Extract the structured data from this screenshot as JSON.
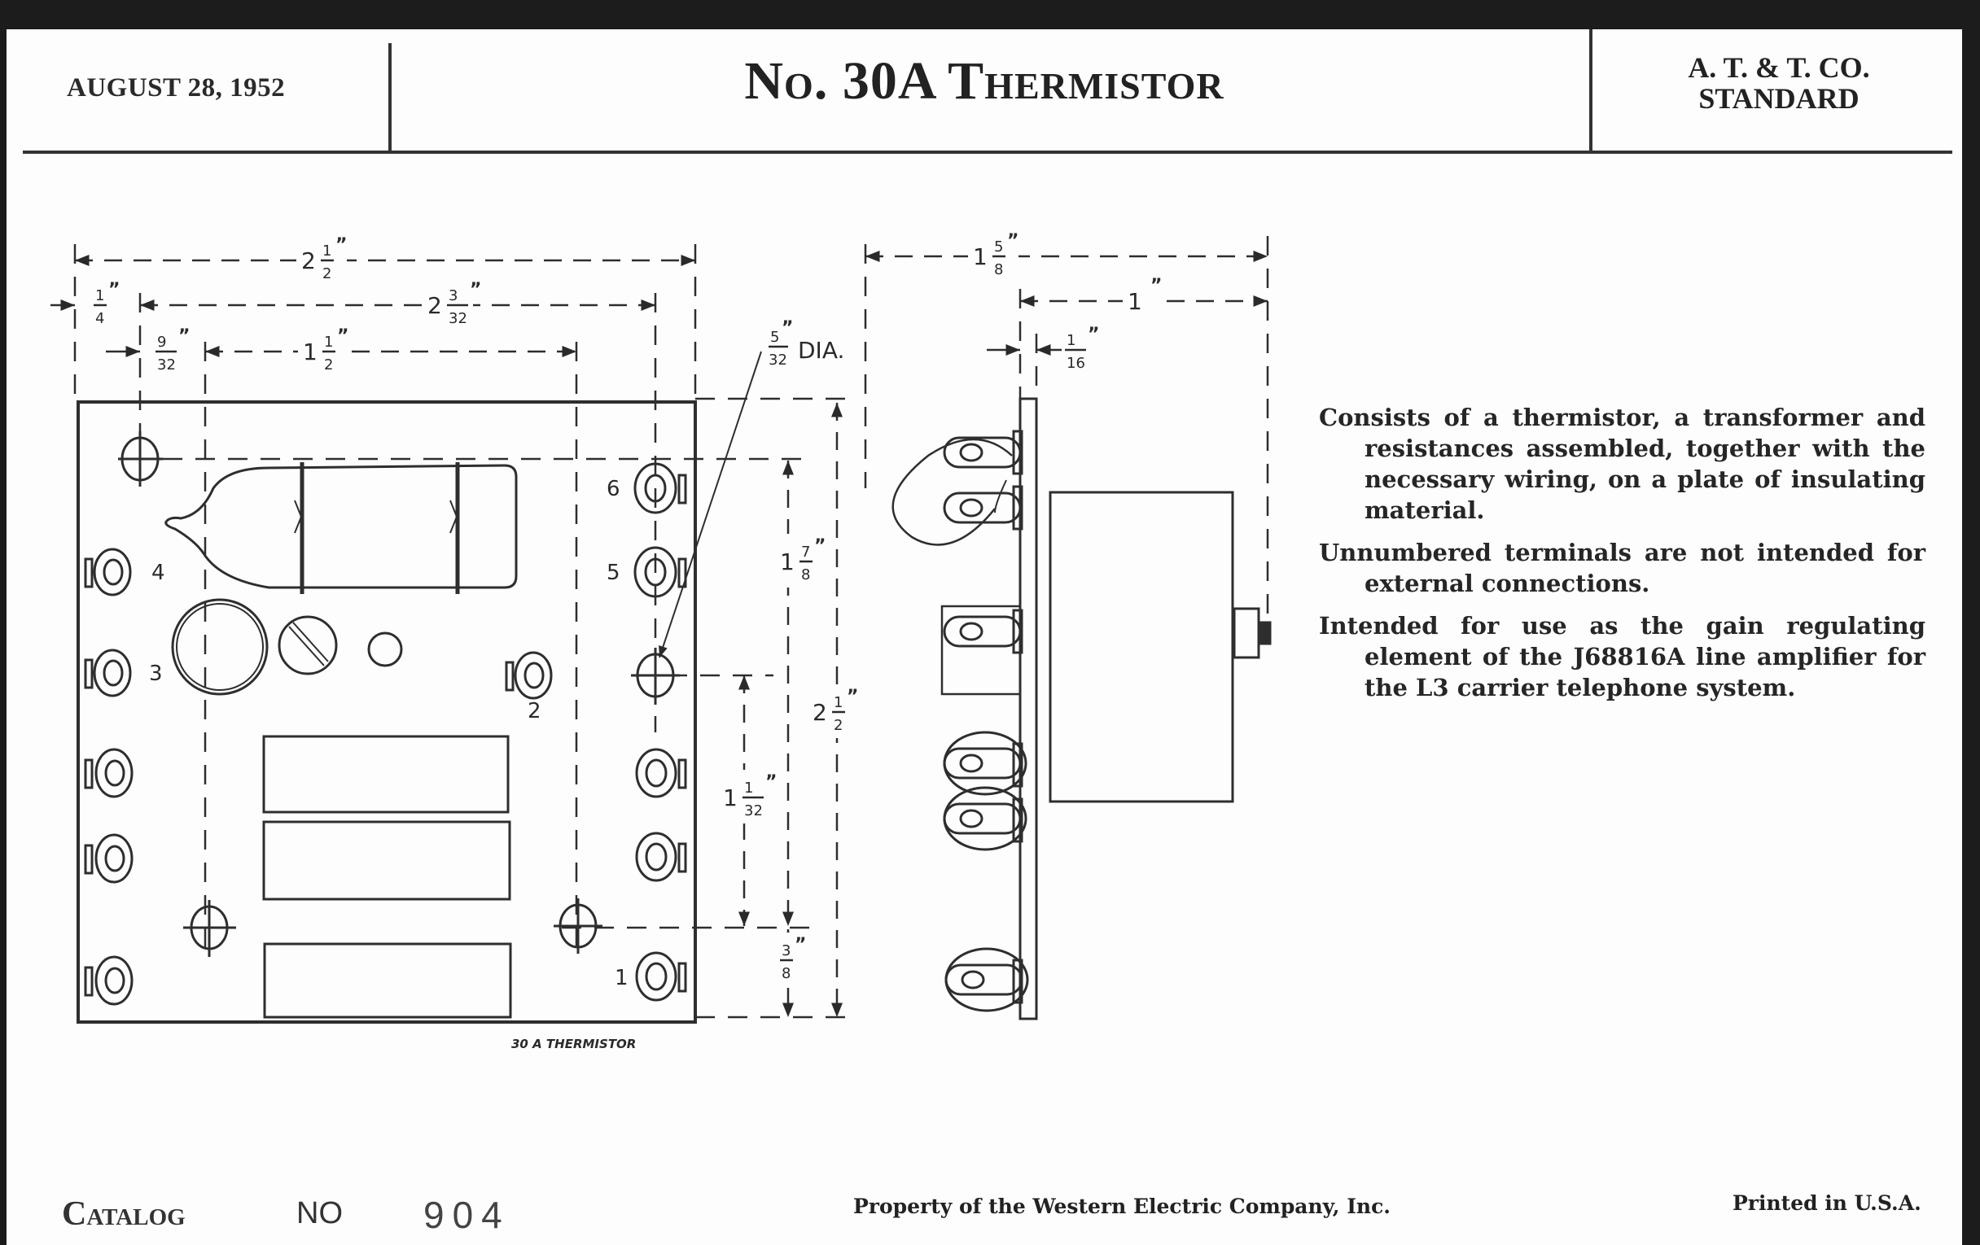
{
  "header": {
    "date": "AUGUST 28, 1952",
    "title": "No. 30A Thermistor",
    "standard_line1": "A. T. & T. CO.",
    "standard_line2": "STANDARD"
  },
  "drawing": {
    "caption": "30 A THERMISTOR",
    "front_view": {
      "dimensions": {
        "overall_width": {
          "whole": "2",
          "num": "1",
          "den": "2"
        },
        "hole_span": {
          "whole": "2",
          "num": "3",
          "den": "32"
        },
        "left_offset": {
          "whole": "",
          "num": "1",
          "den": "4"
        },
        "inner_offset": {
          "whole": "",
          "num": "9",
          "den": "32"
        },
        "inner_span": {
          "whole": "1",
          "num": "1",
          "den": "2"
        },
        "hole_dia": {
          "num": "5",
          "den": "32",
          "suffix": "DIA."
        },
        "vertical_hole_span": {
          "whole": "1",
          "num": "7",
          "den": "8"
        },
        "overall_height": {
          "whole": "2",
          "num": "1",
          "den": "2"
        },
        "lower_span": {
          "whole": "1",
          "num": "1",
          "den": "32"
        },
        "bottom_offset": {
          "whole": "",
          "num": "3",
          "den": "8"
        }
      },
      "terminal_labels": [
        "1",
        "2",
        "3",
        "4",
        "5",
        "6"
      ]
    },
    "side_view": {
      "dimensions": {
        "overall_depth": {
          "whole": "1",
          "num": "5",
          "den": "8"
        },
        "transformer_depth": {
          "whole": "1",
          "num": "",
          "den": ""
        },
        "plate_thickness": {
          "whole": "",
          "num": "1",
          "den": "16"
        }
      }
    }
  },
  "description": [
    "Consists of a thermistor, a transformer and resistances assembled, together with the necessary wiring, on a plate of insulating material.",
    "Unnumbered terminals are not intended for external connections.",
    "Intended for use as the gain regulating element of the J68816A line amplifier for the L3 carrier telephone system."
  ],
  "footer": {
    "catalog_label": "Catalog",
    "no_label": "NO",
    "catalog_number": "904",
    "property": "Property of the Western Electric Company, Inc.",
    "printed": "Printed in U.S.A."
  }
}
